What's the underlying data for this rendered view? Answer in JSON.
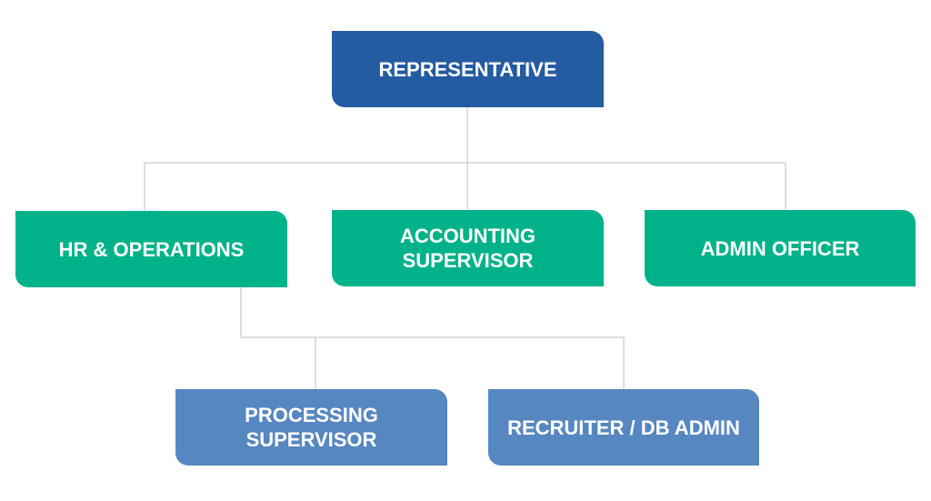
{
  "nodes": {
    "representative": "REPRESENTATIVE",
    "hr_operations": "HR & OPERATIONS",
    "accounting_supervisor": "ACCOUNTING\nSUPERVISOR",
    "admin_officer": "ADMIN OFFICER",
    "processing_supervisor": "PROCESSING\nSUPERVISOR",
    "recruiter_db_admin": "RECRUITER / DB ADMIN"
  },
  "colors": {
    "level_1": "#255ba1",
    "level_2": "#00b28a",
    "level_3": "#5787c0",
    "connector": "#c9c9c9"
  }
}
